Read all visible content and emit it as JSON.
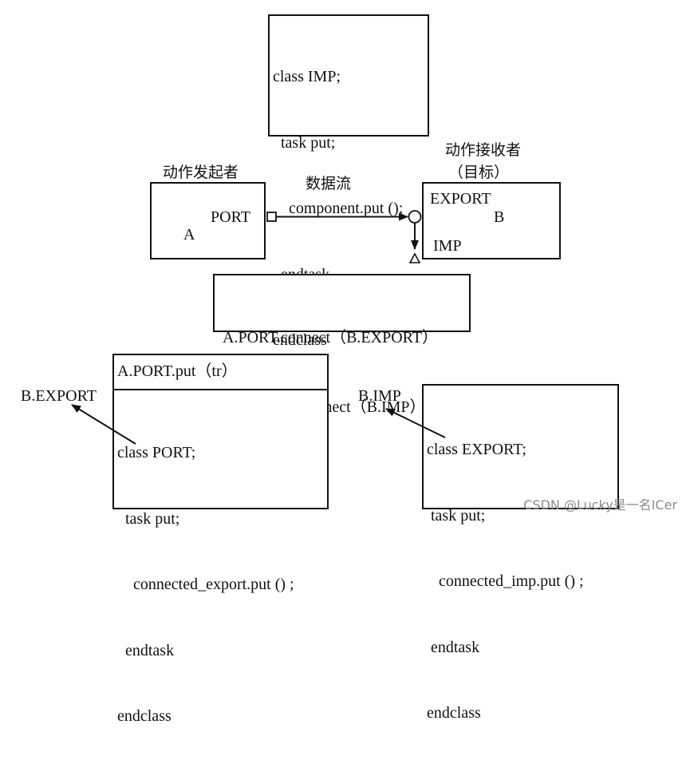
{
  "top_code": [
    "class IMP;",
    "  task put;",
    "    component.put ();",
    "  endtask",
    "endclass"
  ],
  "initiator_label": "动作发起者",
  "target_label_1": "动作接收者",
  "target_label_2": "（目标）",
  "flow_label": "数据流",
  "box_a": {
    "port": "PORT",
    "name": "A"
  },
  "box_b": {
    "export": "EXPORT",
    "name": "B",
    "imp": "IMP"
  },
  "connect_code": [
    "A.PORT.connect（B.EXPORT）",
    "B.EXPORT.connect（B.IMP）"
  ],
  "port_call": "A.PORT.put（tr）",
  "port_code": [
    "class PORT;",
    "  task put;",
    "    connected_export.put () ;",
    "  endtask",
    "endclass"
  ],
  "port_target": "B.EXPORT",
  "export_code": [
    "class EXPORT;",
    " task put;",
    "   connected_imp.put () ;",
    " endtask",
    "endclass"
  ],
  "export_target": "B.IMP",
  "watermark": "CSDN @Lucky是一名ICer"
}
